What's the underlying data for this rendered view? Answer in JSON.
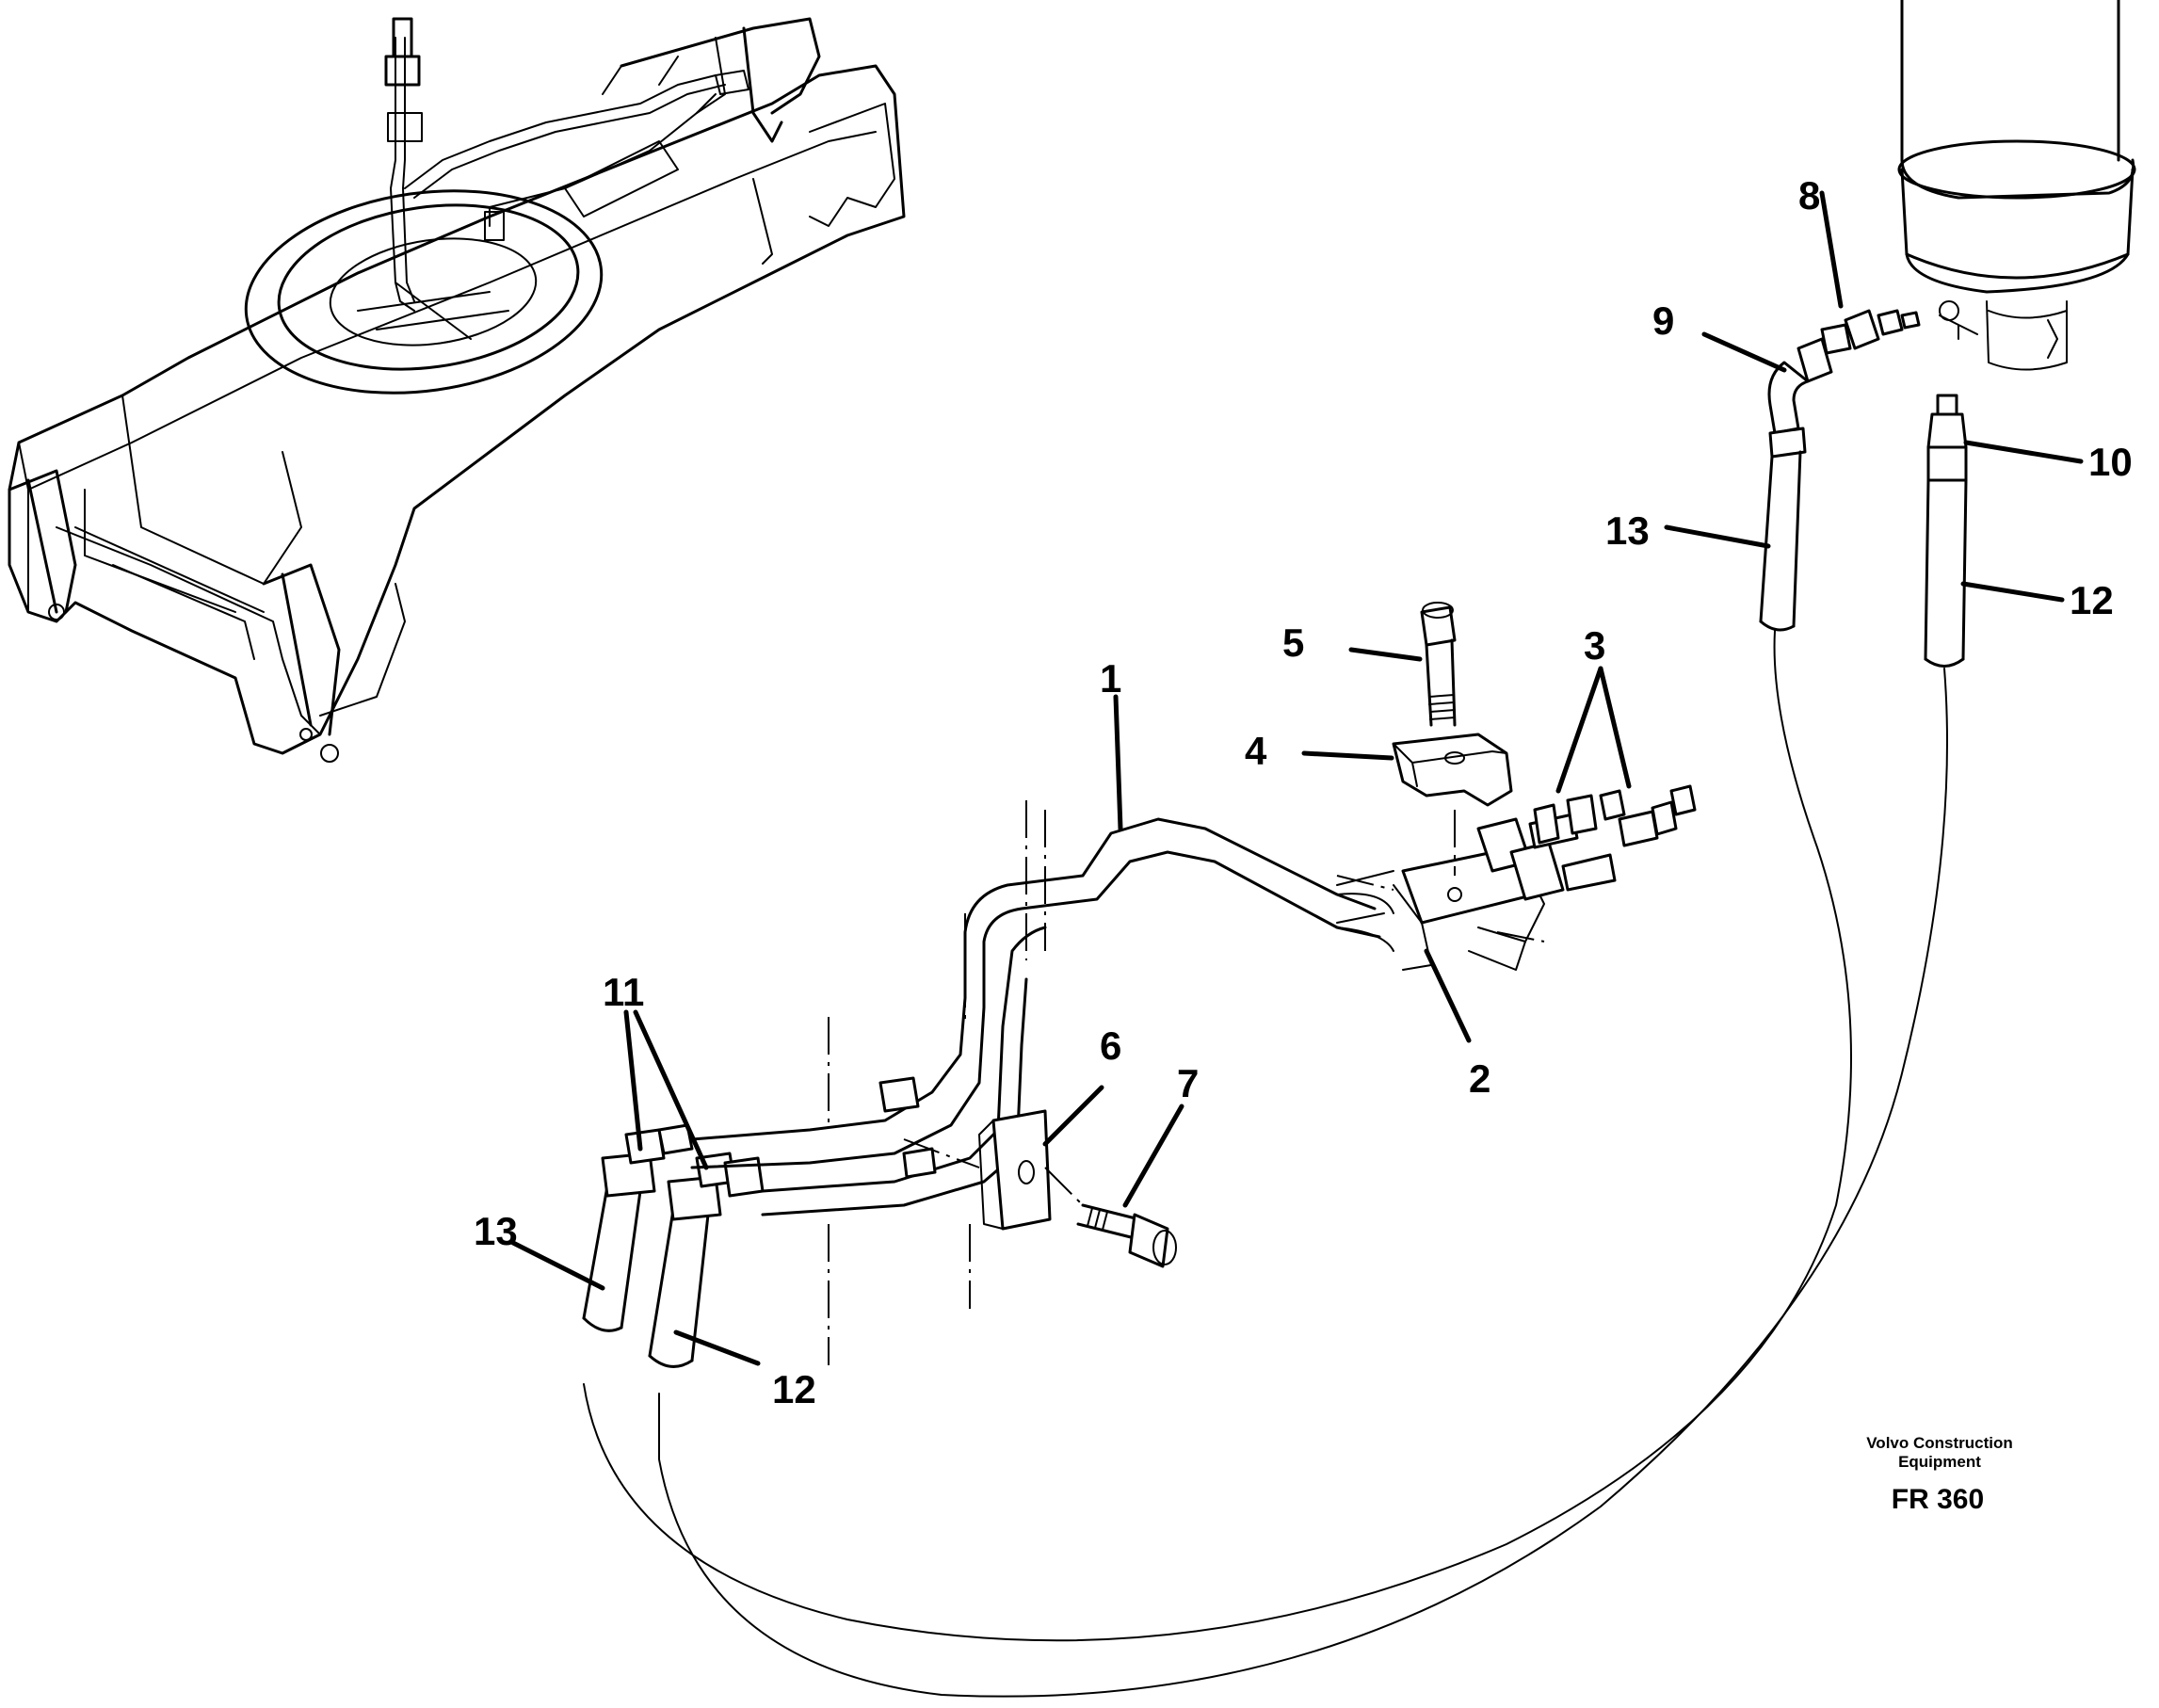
{
  "callouts": {
    "c1": "1",
    "c2": "2",
    "c3": "3",
    "c4": "4",
    "c5": "5",
    "c6": "6",
    "c7": "7",
    "c8": "8",
    "c9": "9",
    "c10": "10",
    "c11": "11",
    "c12_right": "12",
    "c12_left": "12",
    "c13_right": "13",
    "c13_left": "13"
  },
  "credit": {
    "line1": "Volvo Construction",
    "line2": "Equipment",
    "code": "FR 360"
  }
}
